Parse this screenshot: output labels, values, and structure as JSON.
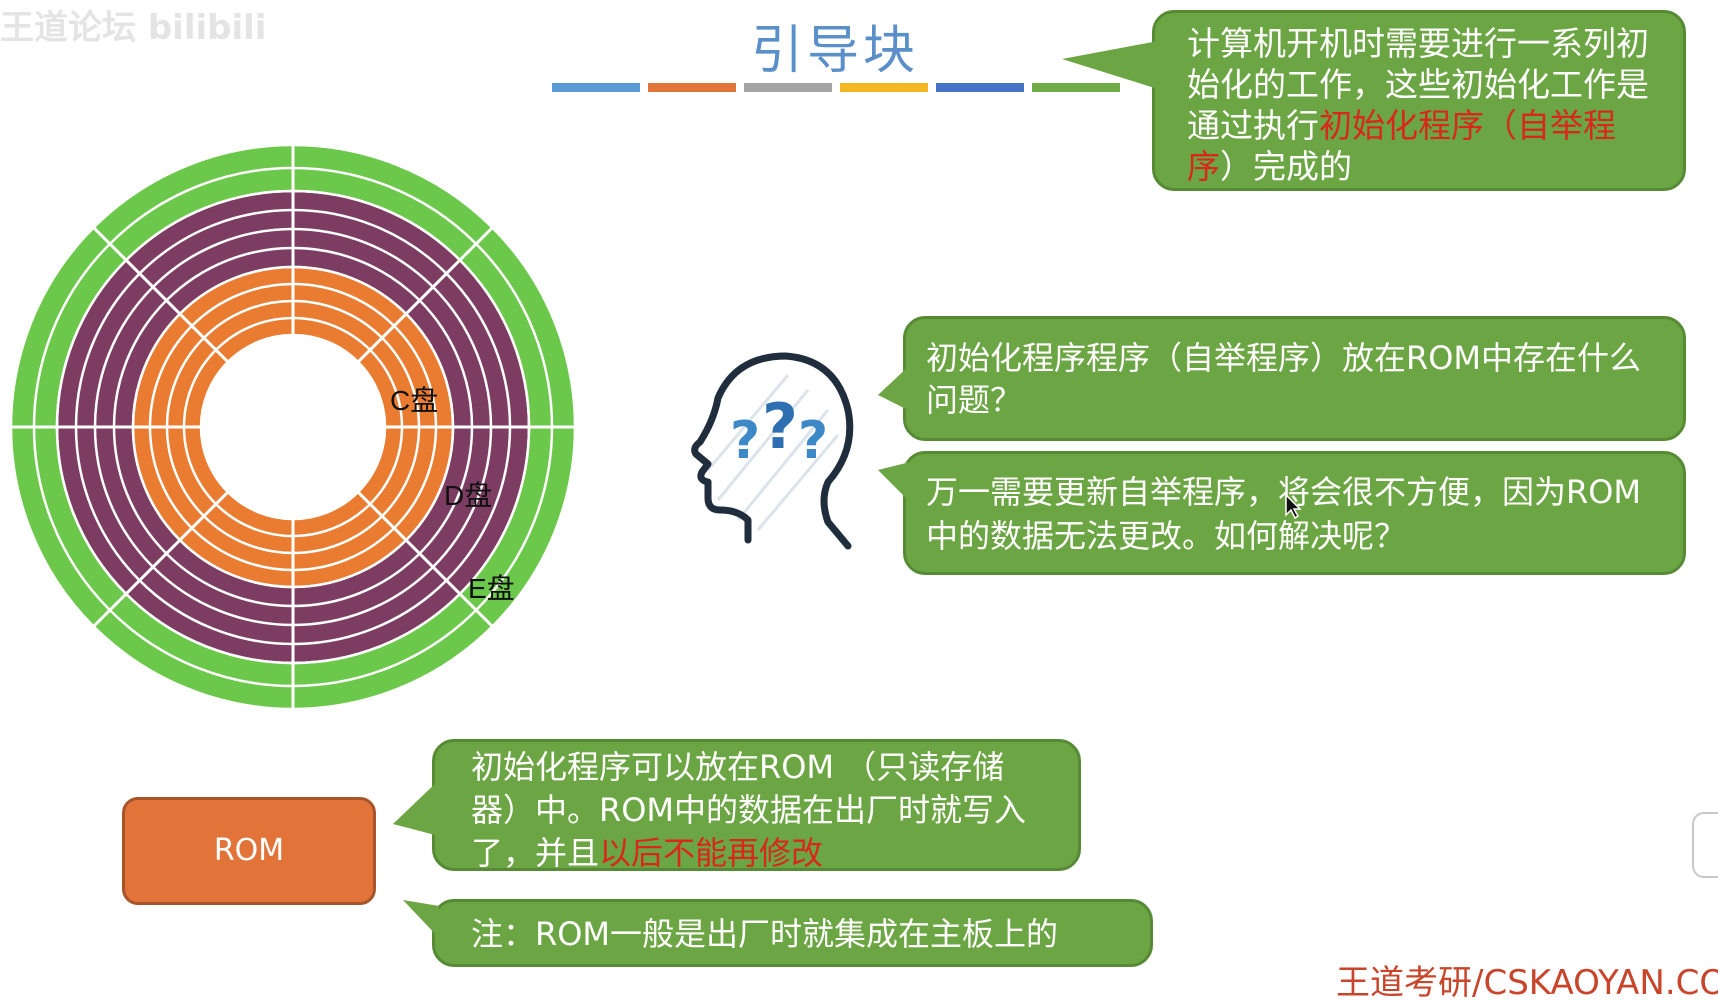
{
  "watermark": "王道论坛 bilibili",
  "title": "引导块",
  "title_bar_colors": [
    "#5b9bd5",
    "#e2743a",
    "#a5a5a5",
    "#f5b624",
    "#4472c4",
    "#70ad47"
  ],
  "disk": {
    "labels": [
      "C盘",
      "D盘",
      "E盘"
    ],
    "colors": {
      "inner": "#e97c30",
      "middle": "#7d3d62",
      "outer": "#6cc84a"
    }
  },
  "bubbles": {
    "boot_intro": {
      "text_before": "计算机开机时需要进行一系列初始化的工作，这些初始化工作是通过执行",
      "highlight": "初始化程序（自举程序",
      "text_after": "）完成的"
    },
    "rom_question": "初始化程序程序（自举程序）放在ROM中存在什么问题？",
    "rom_problem": "万一需要更新自举程序，将会很不方便，因为ROM中的数据无法更改。如何解决呢？",
    "rom_explain": {
      "text_before": "初始化程序可以放在ROM （只读存储器）中。ROM中的数据在出厂时就写入了，并且",
      "highlight": "以后不能再修改"
    },
    "rom_note": "注：ROM一般是出厂时就集成在主板上的"
  },
  "rom_label": "ROM",
  "footer": "王道考研/CSKAOYAN.COM",
  "colors": {
    "bubble": "#6ca543",
    "highlight": "#d8281c",
    "title": "#5b8fc9",
    "rom_box": "#e2743a"
  }
}
